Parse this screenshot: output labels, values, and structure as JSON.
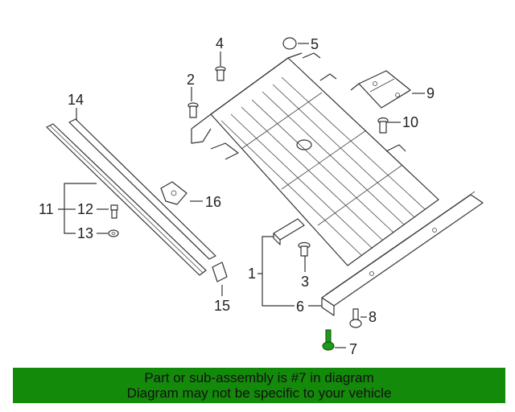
{
  "callouts": {
    "c1": "1",
    "c2": "2",
    "c3": "3",
    "c4": "4",
    "c5": "5",
    "c6": "6",
    "c7": "7",
    "c8": "8",
    "c9": "9",
    "c10": "10",
    "c11": "11",
    "c12": "12",
    "c13": "13",
    "c14": "14",
    "c15": "15",
    "c16": "16"
  },
  "highlight": {
    "part": "7",
    "color": "#1f9a1a"
  },
  "banner": {
    "line1": "Part or sub-assembly is #7 in diagram",
    "line2": "Diagram may not be specific to your vehicle",
    "color": "#148a0b"
  }
}
